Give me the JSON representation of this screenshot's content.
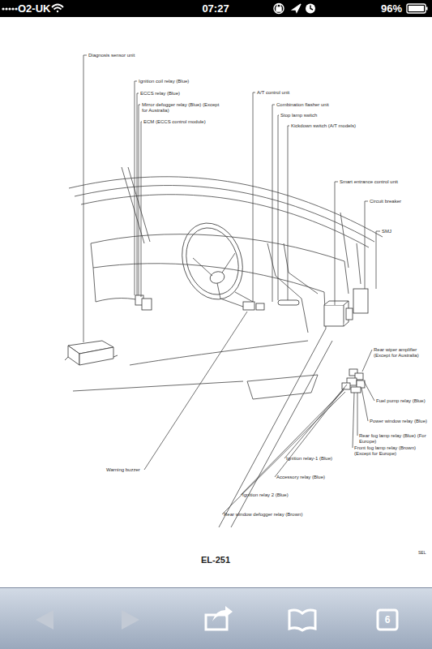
{
  "diagram": {
    "labels": [
      "O2-UK",
      "07:27",
      "96%",
      "Diagnosis sensor unit",
      "Ignition coil relay (Blue)",
      "ECCS relay (Blue)",
      "Mirror defogger relay (Blue) (Except for Australia)",
      "ECM (ECCS control module)",
      "A/T control unit",
      "Combination flasher unit",
      "Stop lamp switch",
      "Kickdown switch (A/T models)",
      "Smart entrance control unit",
      "Circuit breaker",
      "SMJ",
      "Rear wiper amplifier (Except for Australia)",
      "Fuel pump relay (Blue)",
      "Power window relay (Blue)",
      "Rear fog lamp relay (Blue) (For Europe)",
      "Front fog lamp relay (Brown) (Except for Europe)",
      "Warning buzzer",
      "Ignition relay-1 (Blue)",
      "Accessory relay (Blue)",
      "Ignition relay 2 (Blue)",
      "Rear window defogger relay (Brown)",
      "EL-251",
      "SEL",
      "6"
    ]
  }
}
